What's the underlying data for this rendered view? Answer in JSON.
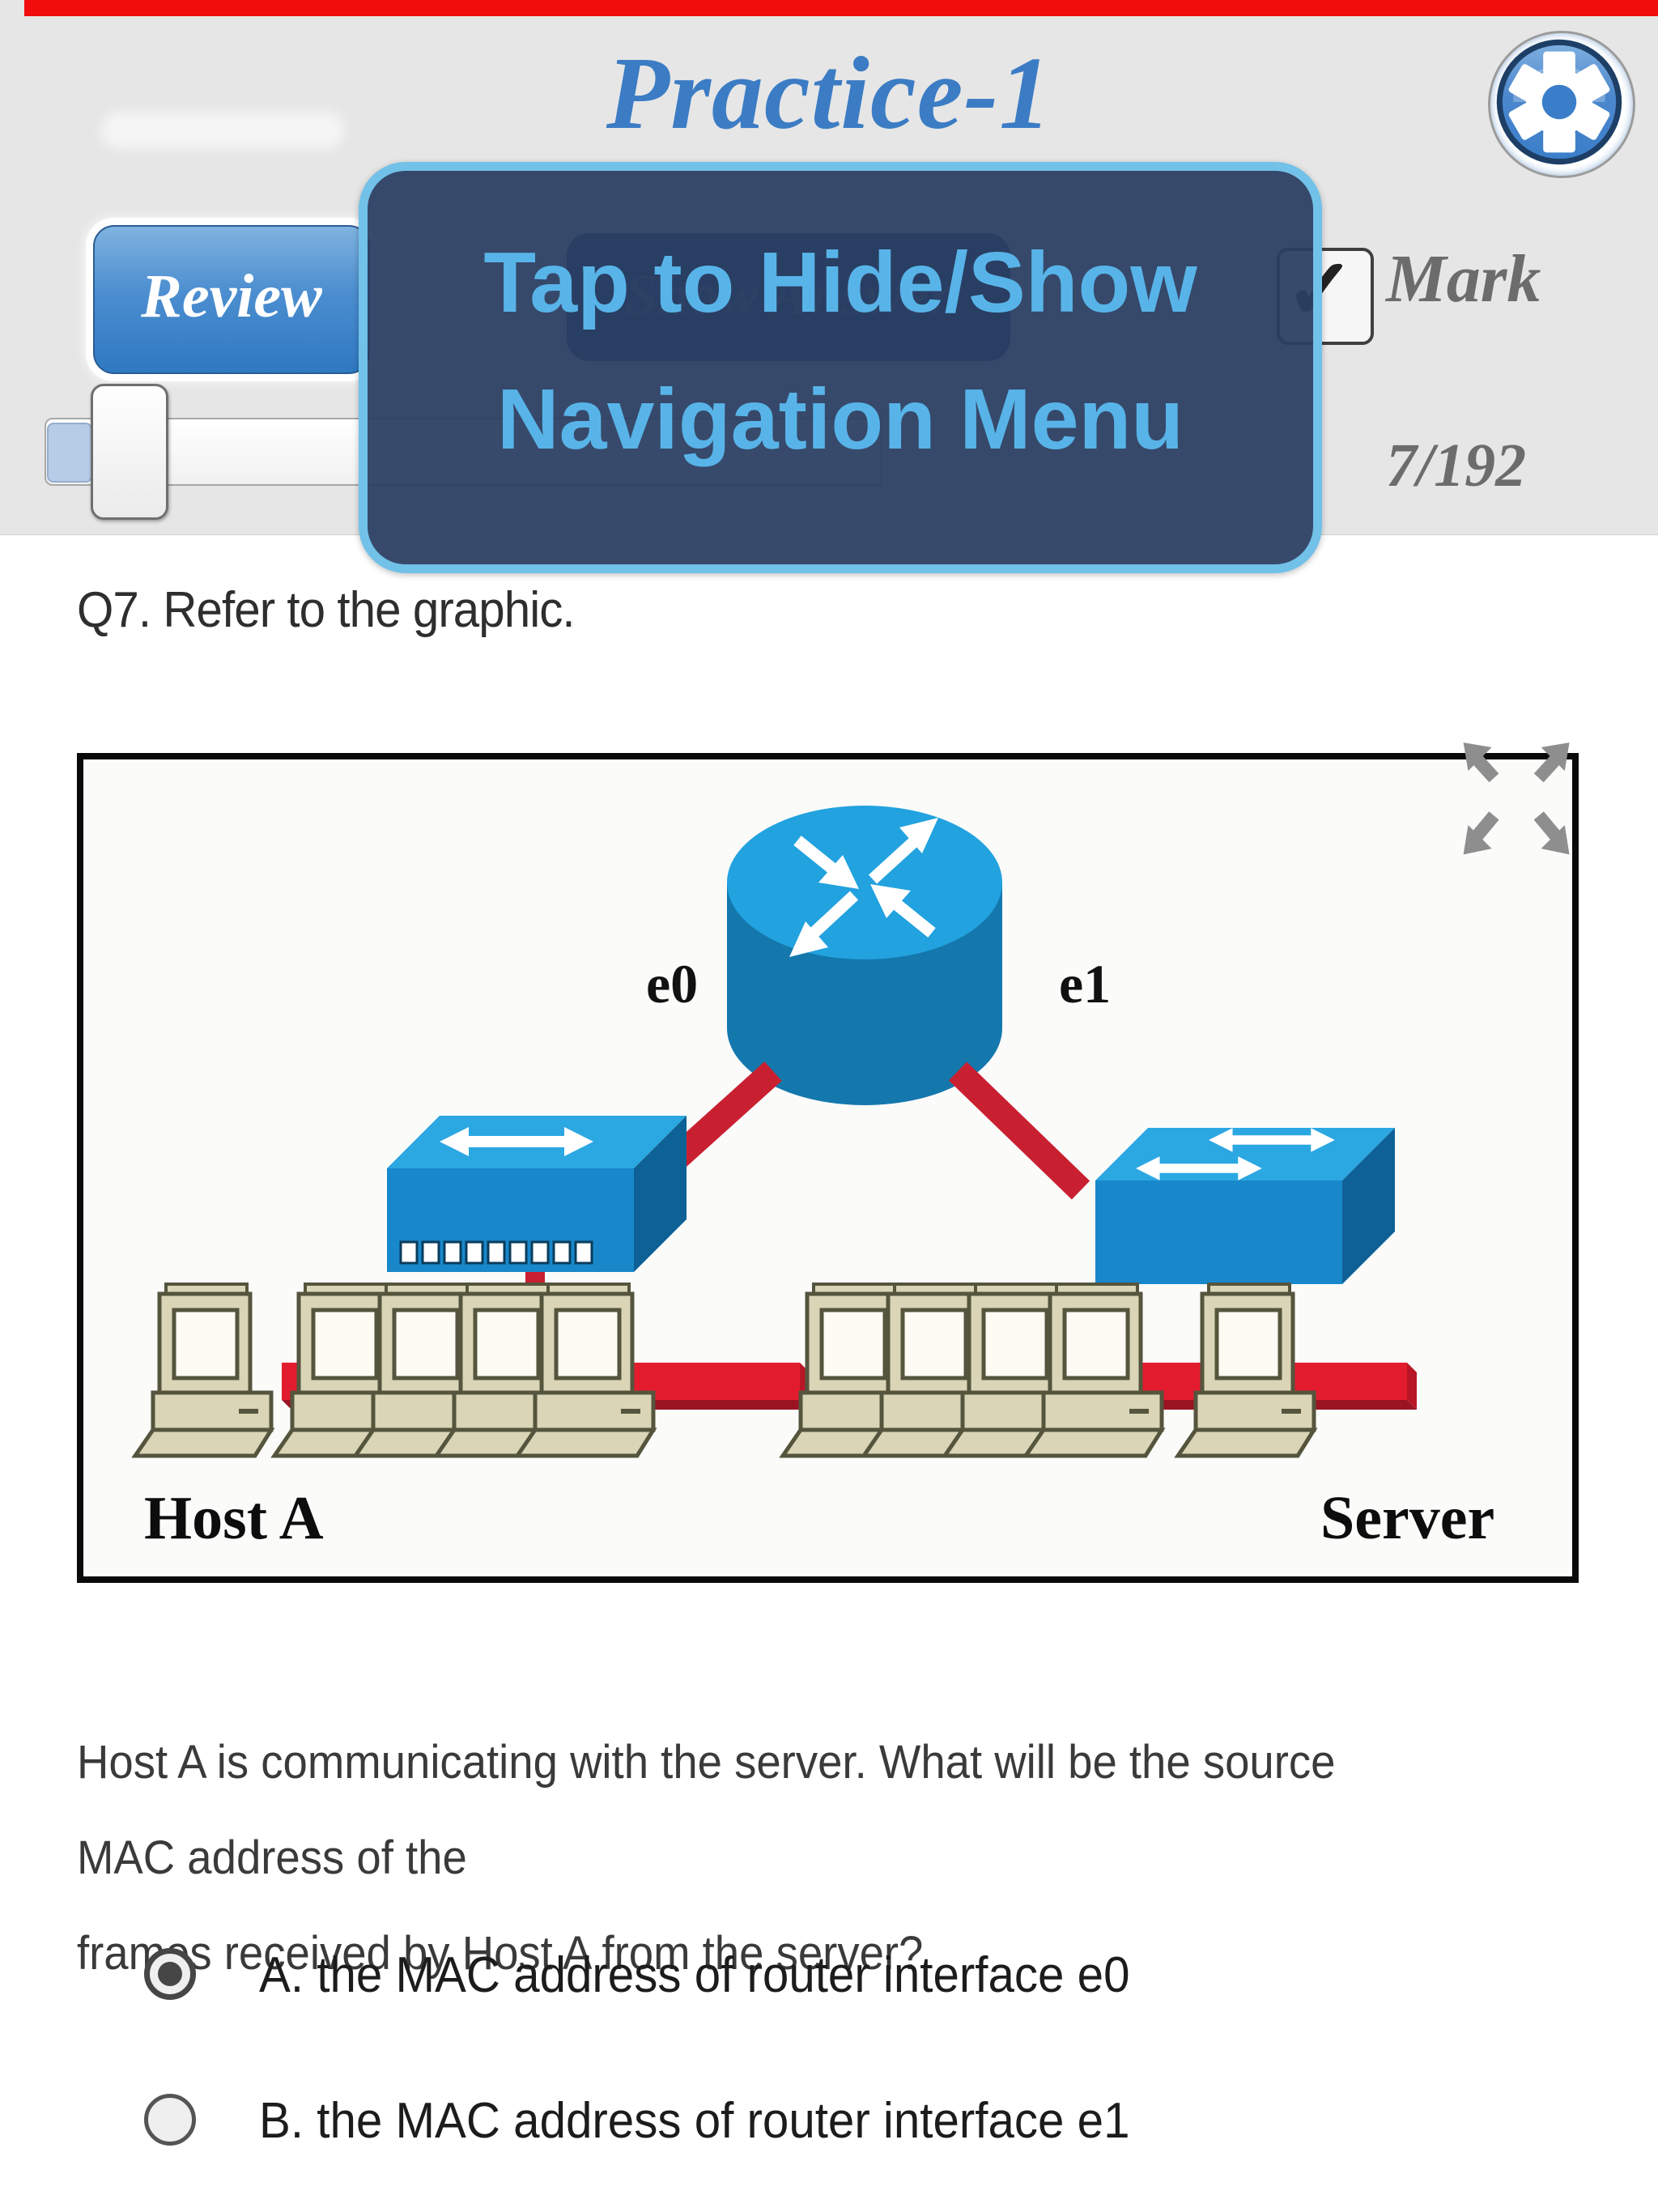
{
  "status_bar": {
    "recording_indicator_color": "#f20d0d"
  },
  "header": {
    "title": "Practice-1"
  },
  "toolbar": {
    "review": "Review",
    "show_answer": "Show Answer",
    "mark": "Mark",
    "checkbox_glyph": "✓",
    "progress": "7/192"
  },
  "overlay": {
    "line1": "Tap to Hide/Show",
    "line2": "Navigation Menu"
  },
  "question": {
    "heading": "Q7. Refer to the graphic.",
    "body_lines": [
      "Host A is communicating with the server. What will be the source MAC address of the",
      "frames received by Host A from the server?"
    ],
    "body_line1": "Host A is communicating with the server. What will be the source",
    "body_line2": "MAC address of the",
    "body_line3": "frames received by Host A from the server?"
  },
  "options": [
    {
      "label": "A",
      "text": "A. the MAC address of router interface e0",
      "selected": true
    },
    {
      "label": "B",
      "text": "B. the MAC address of router interface e1",
      "selected": false
    }
  ],
  "diagram": {
    "labels": {
      "left_interface": "e0",
      "right_interface": "e1",
      "left_host": "Host A",
      "right_host": "Server"
    },
    "icons": [
      "router-icon",
      "switch-icon",
      "hub-bus",
      "pc-icon",
      "expand-icon"
    ],
    "colors": {
      "device_blue": "#1e9ad6",
      "link_red": "#d81f30",
      "pc_beige": "#d9d5b6"
    }
  },
  "colors": {
    "header_bg": "#e6e6e6",
    "accent_blue": "#3b7cc4",
    "overlay_fill": "#2a3f63",
    "overlay_border": "#72c1e8",
    "overlay_text": "#58b4e8"
  }
}
